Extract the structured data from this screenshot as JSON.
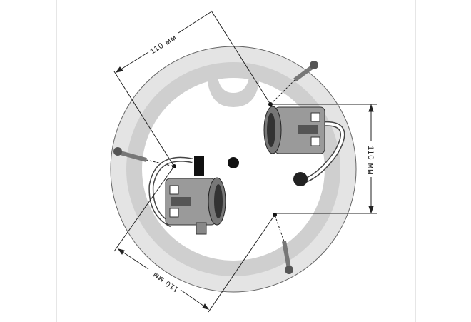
{
  "diagram": {
    "dimensions": [
      {
        "label": "110 мм"
      },
      {
        "label": "110 мм"
      },
      {
        "label": "110 мм"
      }
    ],
    "colors": {
      "ring": "#d9d9d9",
      "band": "#c6c6c6",
      "line": "#222222"
    }
  }
}
